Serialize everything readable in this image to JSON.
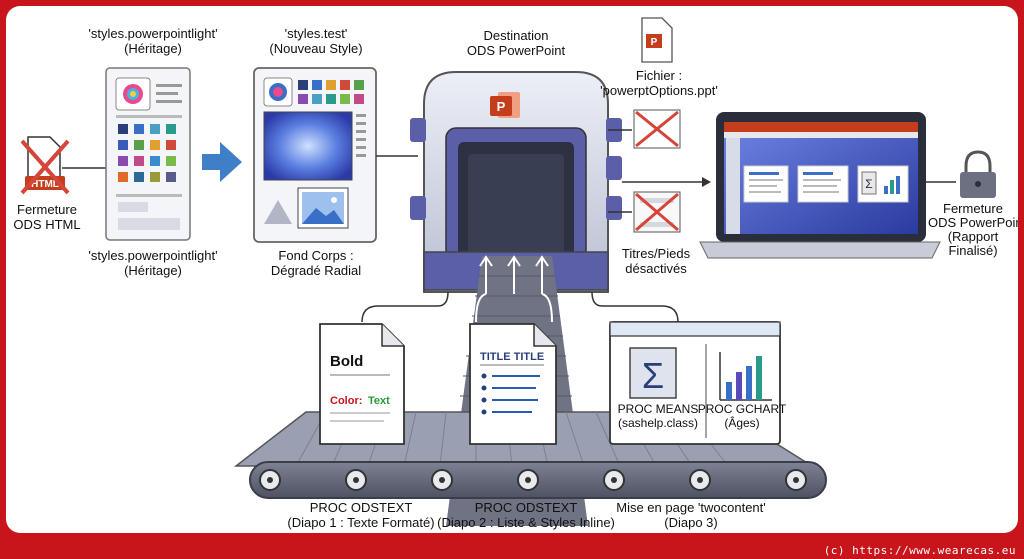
{
  "labels": {
    "html_close": [
      "Fermeture",
      "ODS HTML"
    ],
    "styles_light_top": [
      "'styles.powerpointlight'",
      "(Héritage)"
    ],
    "styles_light_bottom": [
      "'styles.powerpointlight'",
      "(Héritage)"
    ],
    "styles_test": [
      "'styles.test'",
      "(Nouveau Style)"
    ],
    "fond_corps": [
      "Fond Corps :",
      "Dégradé Radial"
    ],
    "destination": [
      "Destination",
      "ODS PowerPoint"
    ],
    "fichier": [
      "Fichier :",
      "'powerptOptions.ppt'"
    ],
    "titres": [
      "Titres/Pieds",
      "désactivés"
    ],
    "fermeture_ppt": [
      "Fermeture",
      "ODS PowerPoint",
      "(Rapport",
      "Finalisé)"
    ],
    "proc1": [
      "PROC ODSTEXT",
      "(Diapo 1 : Texte Formaté)"
    ],
    "proc2": [
      "PROC ODSTEXT",
      "(Diapo 2 : Liste & Styles Inline)"
    ],
    "proc3": [
      "Mise en page 'twocontent'",
      "(Diapo 3)"
    ]
  },
  "html_icon_text": "HTML",
  "doc1": {
    "bold": "Bold",
    "color": "Color:",
    "text": "Text"
  },
  "doc2": {
    "title": "TITLE TITLE"
  },
  "doc3": {
    "left": [
      "PROC MEANS",
      "(sashelp.class)"
    ],
    "right": [
      "PROC GCHART",
      "(Âges)"
    ]
  },
  "footer": "(c) https://www.wearecas.eu",
  "colors": {
    "frame": "#c8141b",
    "accent": "#c43e1c",
    "machine": "#5b5fa8",
    "arrow": "#3f7fc8"
  }
}
